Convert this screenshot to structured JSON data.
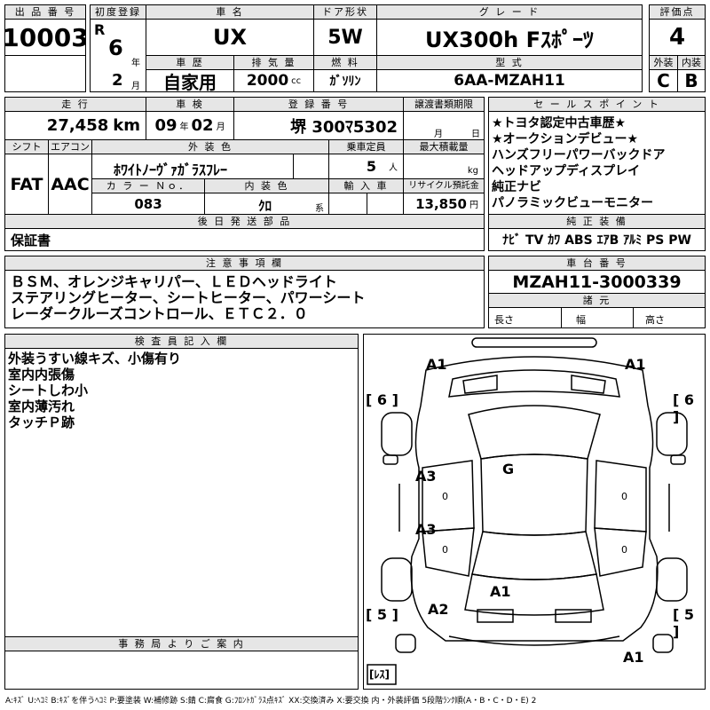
{
  "headers": {
    "lot_no": "出 品 番 号",
    "first_reg": "初度登録",
    "car_name": "車 名",
    "door": "ドア形状",
    "grade": "グ レ ー ド",
    "score": "評価点",
    "history": "車 歴",
    "displacement": "排 気 量",
    "fuel": "燃 料",
    "model_code": "型 式",
    "ext": "外装",
    "int": "内装",
    "mileage": "走 行",
    "inspection": "車 検",
    "reg_no": "登 録 番 号",
    "transfer": "譲渡書類期限",
    "sales_points": "セ ー ル ス ポ イ ン ト",
    "shift": "シフト",
    "ac": "エアコン",
    "ext_color": "外 装 色",
    "capacity": "乗車定員",
    "max_load": "最大積載量",
    "color_no": "カ ラ ー Ｎｏ．",
    "int_color": "内 装 色",
    "import": "輸 入 車",
    "recycle": "リサイクル預託金",
    "later_parts": "後 日 発 送 部 品",
    "genuine_equip": "純 正 装 備",
    "notes": "注 意 事 項 欄",
    "chassis": "車 台 番 号",
    "dims": "諸 元",
    "inspector": "検 査 員 記 入 欄",
    "office": "事 務 局 よ り ご 案 内"
  },
  "lot_no": "10003",
  "first_reg": {
    "era": "R",
    "year": "6",
    "year_unit": "年",
    "month": "2",
    "month_unit": "月"
  },
  "car_name": "UX",
  "door": "5W",
  "grade": "UX300h Fｽﾎﾟｰﾂ",
  "score": "4",
  "history": "自家用",
  "displacement": "2000",
  "displacement_unit": "cc",
  "fuel": "ｶﾞｿﾘﾝ",
  "model_code": "6AA-MZAH11",
  "ext_grade": "C",
  "int_grade": "B",
  "mileage": "27,458",
  "mileage_unit": "km",
  "inspection": {
    "year": "09",
    "year_unit": "年",
    "month": "02",
    "month_unit": "月"
  },
  "reg_no": "堺 300ﾏ5302",
  "transfer": {
    "month_unit": "月",
    "day_unit": "日"
  },
  "sales_points": [
    "★トヨタ認定中古車歴★",
    "★オークションデビュー★",
    "ハンズフリーパワーバックドア",
    "ヘッドアップディスプレイ",
    "純正ナビ",
    "パノラミックビューモニター"
  ],
  "shift": "FAT",
  "ac": "AAC",
  "ext_color": "ﾎﾜｲﾄﾉｰｳﾞｧｶﾞﾗｽﾌﾚｰ",
  "capacity": "5",
  "capacity_unit": "人",
  "max_load_unit": "kg",
  "color_no": "083",
  "int_color": "ｸﾛ",
  "int_color_unit": "系",
  "recycle": "13,850",
  "recycle_unit": "円",
  "later_parts": "保証書",
  "genuine_equip": "ﾅﾋﾞ TV ｶﾜ ABS ｴｱB ｱﾙﾐ PS PW",
  "notes": [
    "ＢＳＭ、オレンジキャリパー、ＬＥＤヘッドライト",
    "ステアリングヒーター、シートヒーター、パワーシート",
    "レーダークルーズコントロール、ＥＴＣ２．０"
  ],
  "chassis": "MZAH11-3000339",
  "dims": {
    "length": "長さ",
    "width": "幅",
    "height": "高さ"
  },
  "inspector_notes": [
    "外装うすい線キズ、小傷有り",
    "室内内張傷",
    "シートしわ小",
    "室内薄汚れ",
    "タッチＰ跡"
  ],
  "diagram_marks": {
    "a1_top_left": "A1",
    "a1_top_right": "A1",
    "tire_fl": "[ 6 ]",
    "tire_fr": "[ 6 ]",
    "g_glass": "G",
    "a3_door_f": "A3",
    "a3_door_r": "A3",
    "zero_1": "0",
    "zero_2": "0",
    "zero_3": "0",
    "zero_4": "0",
    "a1_rear": "A1",
    "a2_rear": "A2",
    "tire_rl": "[ 5 ]",
    "tire_rr": "[ 5 ]",
    "a1_bottom": "A1",
    "spare": "[ﾚｽ]"
  },
  "legend": "A:ｷｽﾞ U:ﾍｺﾐ B:ｷｽﾞを伴うﾍｺﾐ P:要塗装 W:補修跡 S:錆 C:腐食 G:ﾌﾛﾝﾄｶﾞﾗｽ点ｷｽﾞ XX:交換済み X:要交換 内・外装評価 5段階ﾗﾝｸ順(A・B・C・D・E) 2"
}
